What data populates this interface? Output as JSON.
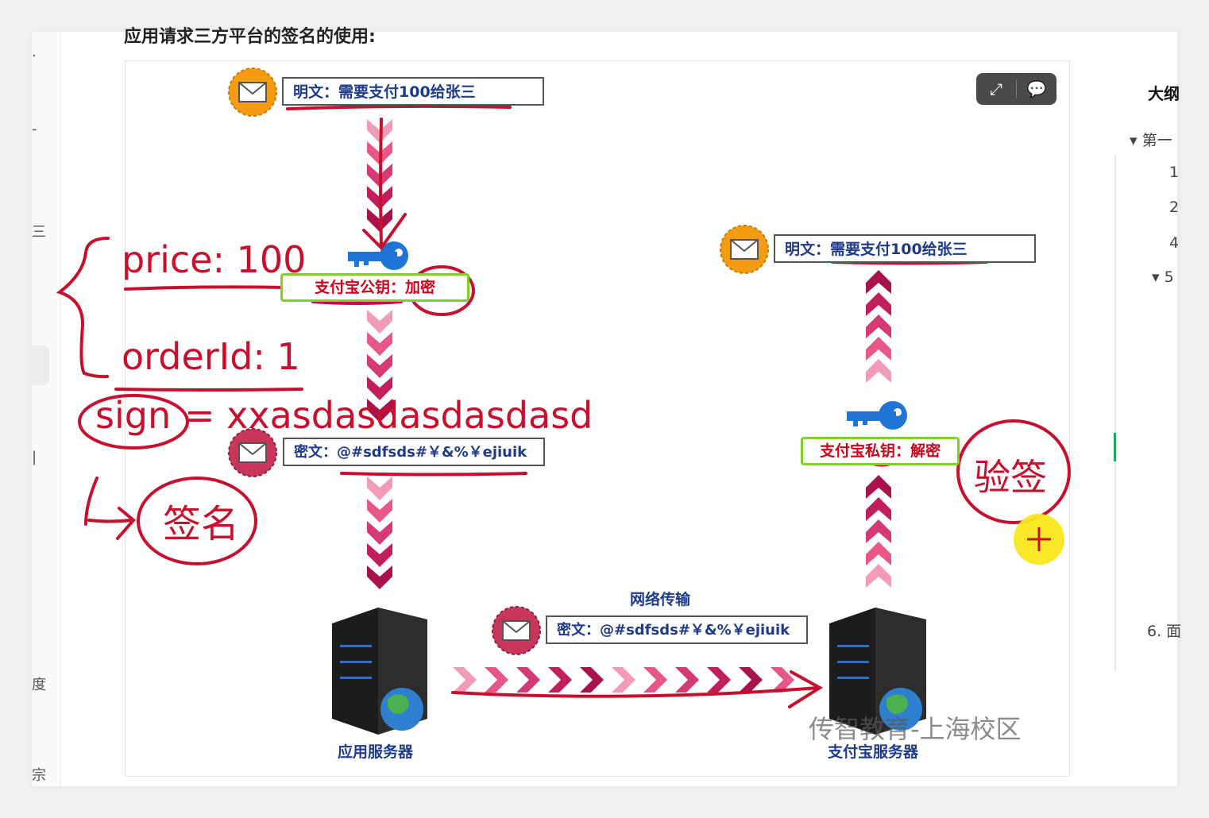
{
  "doc": {
    "heading": "应用请求三方平台的签名的使用:"
  },
  "toolbar": {
    "expand_icon": "expand-icon",
    "comment_icon": "comment-icon"
  },
  "outline": {
    "title": "大纲",
    "items": [
      "第一",
      "1",
      "2",
      "4",
      "5",
      "6. 面"
    ]
  },
  "diagram": {
    "plaintext_top": "明文：需要支付100给张三",
    "key_public": "支付宝公钥：加密",
    "ciphertext_left": "密文：@#sdfsds#￥&%￥ejiuik",
    "plaintext_right": "明文：需要支付100给张三",
    "key_private": "支付宝私钥：解密",
    "network_label": "网络传输",
    "ciphertext_middle": "密文：@#sdfsds#￥&%￥ejiuik",
    "server_left": "应用服务器",
    "server_right": "支付宝服务器"
  },
  "annotations": {
    "price": "price: 100",
    "order": "orderId: 1",
    "sign_word": "sign",
    "sign_value": "= xxasdasdasdasdasd",
    "signature": "签名",
    "verify": "验签"
  },
  "watermark": "传智教育-上海校区",
  "colors": {
    "ink": "#c8102e",
    "key_border": "#7ed321",
    "box_text": "#1e3a8a",
    "arrow_dark": "#b0164f",
    "arrow_light": "#f29bb8"
  }
}
